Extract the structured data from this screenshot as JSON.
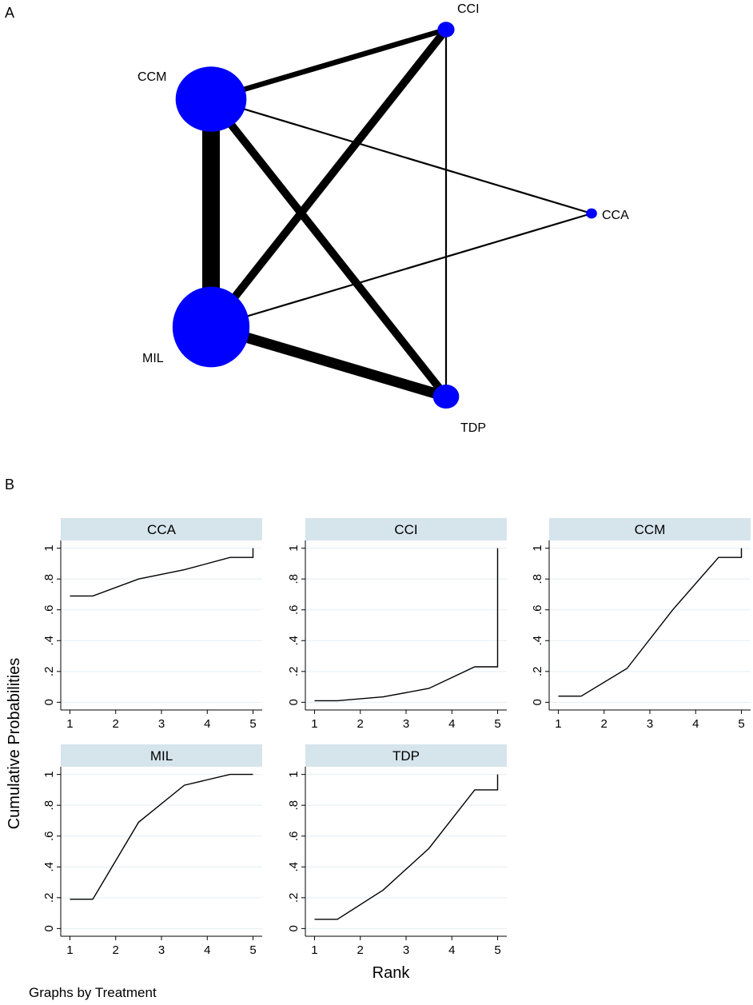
{
  "panels": {
    "a_label": "A",
    "b_label": "B"
  },
  "network": {
    "node_color": "#0000ff",
    "edge_color": "#000000",
    "nodes": [
      {
        "id": "CCI",
        "label": "CCI",
        "relative_size": 0.22
      },
      {
        "id": "CCM",
        "label": "CCM",
        "relative_size": 0.92
      },
      {
        "id": "CCA",
        "label": "CCA",
        "relative_size": 0.07
      },
      {
        "id": "MIL",
        "label": "MIL",
        "relative_size": 1.0
      },
      {
        "id": "TDP",
        "label": "TDP",
        "relative_size": 0.34
      }
    ],
    "edges": [
      {
        "from": "CCM",
        "to": "MIL",
        "relative_width": 1.0
      },
      {
        "from": "MIL",
        "to": "TDP",
        "relative_width": 0.6
      },
      {
        "from": "CCM",
        "to": "CCI",
        "relative_width": 0.3
      },
      {
        "from": "CCI",
        "to": "MIL",
        "relative_width": 0.45
      },
      {
        "from": "CCM",
        "to": "TDP",
        "relative_width": 0.45
      },
      {
        "from": "CCM",
        "to": "CCA",
        "relative_width": 0.1
      },
      {
        "from": "MIL",
        "to": "CCA",
        "relative_width": 0.1
      },
      {
        "from": "CCI",
        "to": "TDP",
        "relative_width": 0.1
      }
    ]
  },
  "chart_data": {
    "type": "line",
    "ylabel": "Cumulative Probabilities",
    "xlabel": "Rank",
    "x_ticks": [
      "1",
      "2",
      "3",
      "4",
      "5"
    ],
    "y_ticks": [
      "0",
      ".2",
      ".4",
      ".6",
      ".8",
      "1"
    ],
    "xlim": [
      0.8,
      5.2
    ],
    "ylim": [
      -0.05,
      1.05
    ],
    "grid": true,
    "strip_color": "#d6e4ec",
    "gridline_color": "#e3eef3",
    "panels": [
      {
        "title": "CCA",
        "x": [
          1,
          1.5,
          2.5,
          3.5,
          4.5,
          5,
          5
        ],
        "y": [
          0.69,
          0.69,
          0.8,
          0.86,
          0.94,
          0.94,
          1.0
        ]
      },
      {
        "title": "CCI",
        "x": [
          1,
          1.5,
          2.5,
          3.5,
          4.5,
          5,
          5
        ],
        "y": [
          0.01,
          0.01,
          0.035,
          0.09,
          0.23,
          0.23,
          1.0
        ]
      },
      {
        "title": "CCM",
        "x": [
          1,
          1.5,
          2.5,
          3.5,
          4.5,
          5,
          5
        ],
        "y": [
          0.04,
          0.04,
          0.22,
          0.6,
          0.94,
          0.94,
          1.0
        ]
      },
      {
        "title": "MIL",
        "x": [
          1,
          1.5,
          2.5,
          3.5,
          4.5,
          5
        ],
        "y": [
          0.19,
          0.19,
          0.69,
          0.93,
          1.0,
          1.0
        ]
      },
      {
        "title": "TDP",
        "x": [
          1,
          1.5,
          2.5,
          3.5,
          4.5,
          5,
          5
        ],
        "y": [
          0.06,
          0.06,
          0.25,
          0.52,
          0.9,
          0.9,
          1.0
        ]
      }
    ]
  },
  "footnote": "Graphs by Treatment"
}
